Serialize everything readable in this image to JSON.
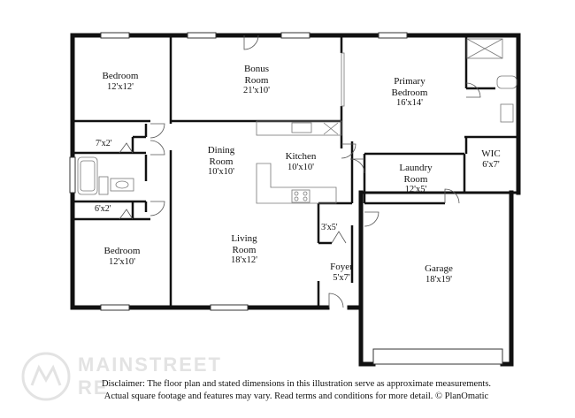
{
  "rooms": {
    "bedroom1": {
      "name": "Bedroom",
      "dims": "12'x12'"
    },
    "bonus": {
      "name": "Bonus Room",
      "dims": "21'x10'"
    },
    "primary": {
      "name": "Primary Bedroom",
      "dims": "16'x14'"
    },
    "closet1": {
      "dims": "7'x2'"
    },
    "dining": {
      "name": "Dining Room",
      "dims": "10'x10'"
    },
    "kitchen": {
      "name": "Kitchen",
      "dims": "10'x10'"
    },
    "laundry": {
      "name": "Laundry Room",
      "dims": "12'x5'"
    },
    "wic": {
      "name": "WIC",
      "dims": "6'x7'"
    },
    "closet2": {
      "dims": "6'x2'"
    },
    "pantry": {
      "dims": "3'x5'"
    },
    "bedroom2": {
      "name": "Bedroom",
      "dims": "12'x10'"
    },
    "living": {
      "name": "Living Room",
      "dims": "18'x12'"
    },
    "foyer": {
      "name": "Foyer",
      "dims": "5'x7'"
    },
    "garage": {
      "name": "Garage",
      "dims": "18'x19'"
    }
  },
  "disclaimer": {
    "line1": "Disclaimer: The floor plan and stated dimensions in this illustration serve as approximate measurements.",
    "line2": "Actual square footage and features may vary. Read terms and conditions for more detail. © PlanOmatic"
  },
  "watermark": {
    "line1": "MAINSTREET",
    "line2": "RE"
  },
  "colors": {
    "wall": "#111111",
    "thin": "#555555",
    "fixture": "#777777"
  }
}
